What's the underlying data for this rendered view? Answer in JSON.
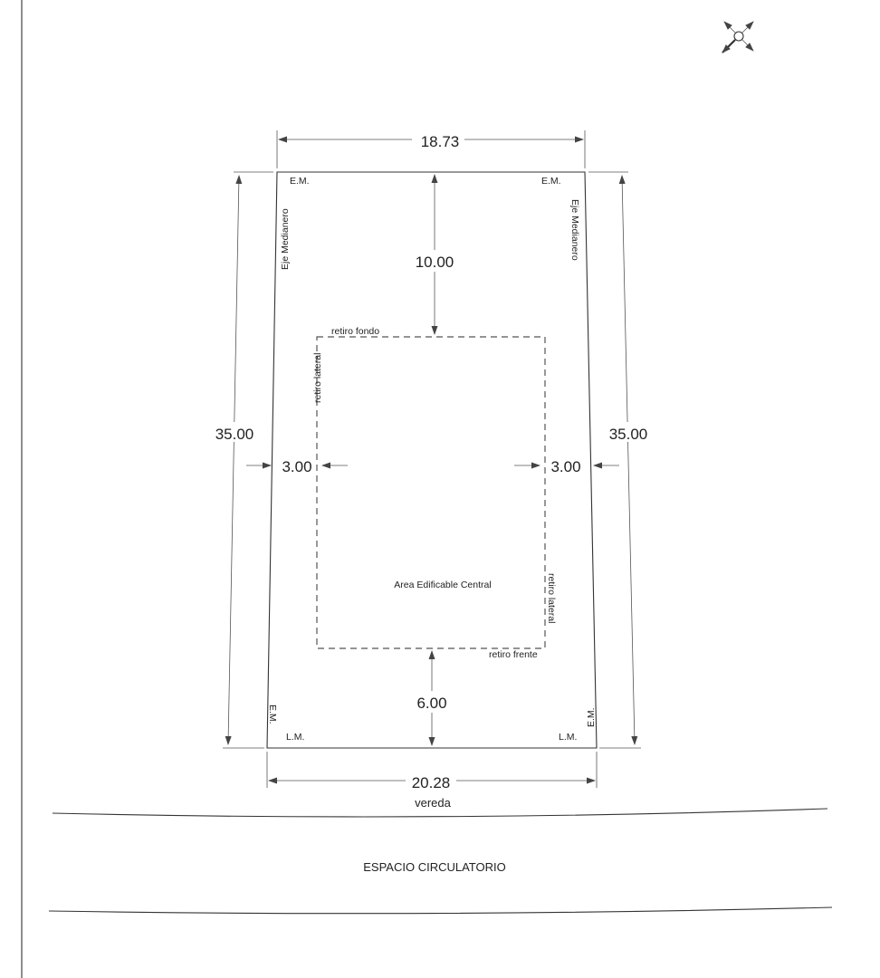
{
  "dimensions": {
    "top_width": "18.73",
    "bottom_width": "20.28",
    "left_depth": "35.00",
    "right_depth": "35.00",
    "rear_setback": "10.00",
    "front_setback": "6.00",
    "left_side_setback": "3.00",
    "right_side_setback": "3.00"
  },
  "labels": {
    "em_top_left": "E.M.",
    "em_top_right": "E.M.",
    "em_bottom_left": "E.M.",
    "em_bottom_right": "E.M.",
    "eje_left": "Eje Medianero",
    "eje_right": "Eje Medianero",
    "lm_left": "L.M.",
    "lm_right": "L.M.",
    "retiro_fondo": "retiro fondo",
    "retiro_lateral_left": "retiro lateral",
    "retiro_lateral_right": "retiro lateral",
    "retiro_frente": "retiro frente",
    "buildable_area": "Area Edificable Central",
    "vereda": "vereda",
    "street": "ESPACIO CIRCULATORIO"
  },
  "compass": {
    "icon": "compass-arrows-icon"
  }
}
